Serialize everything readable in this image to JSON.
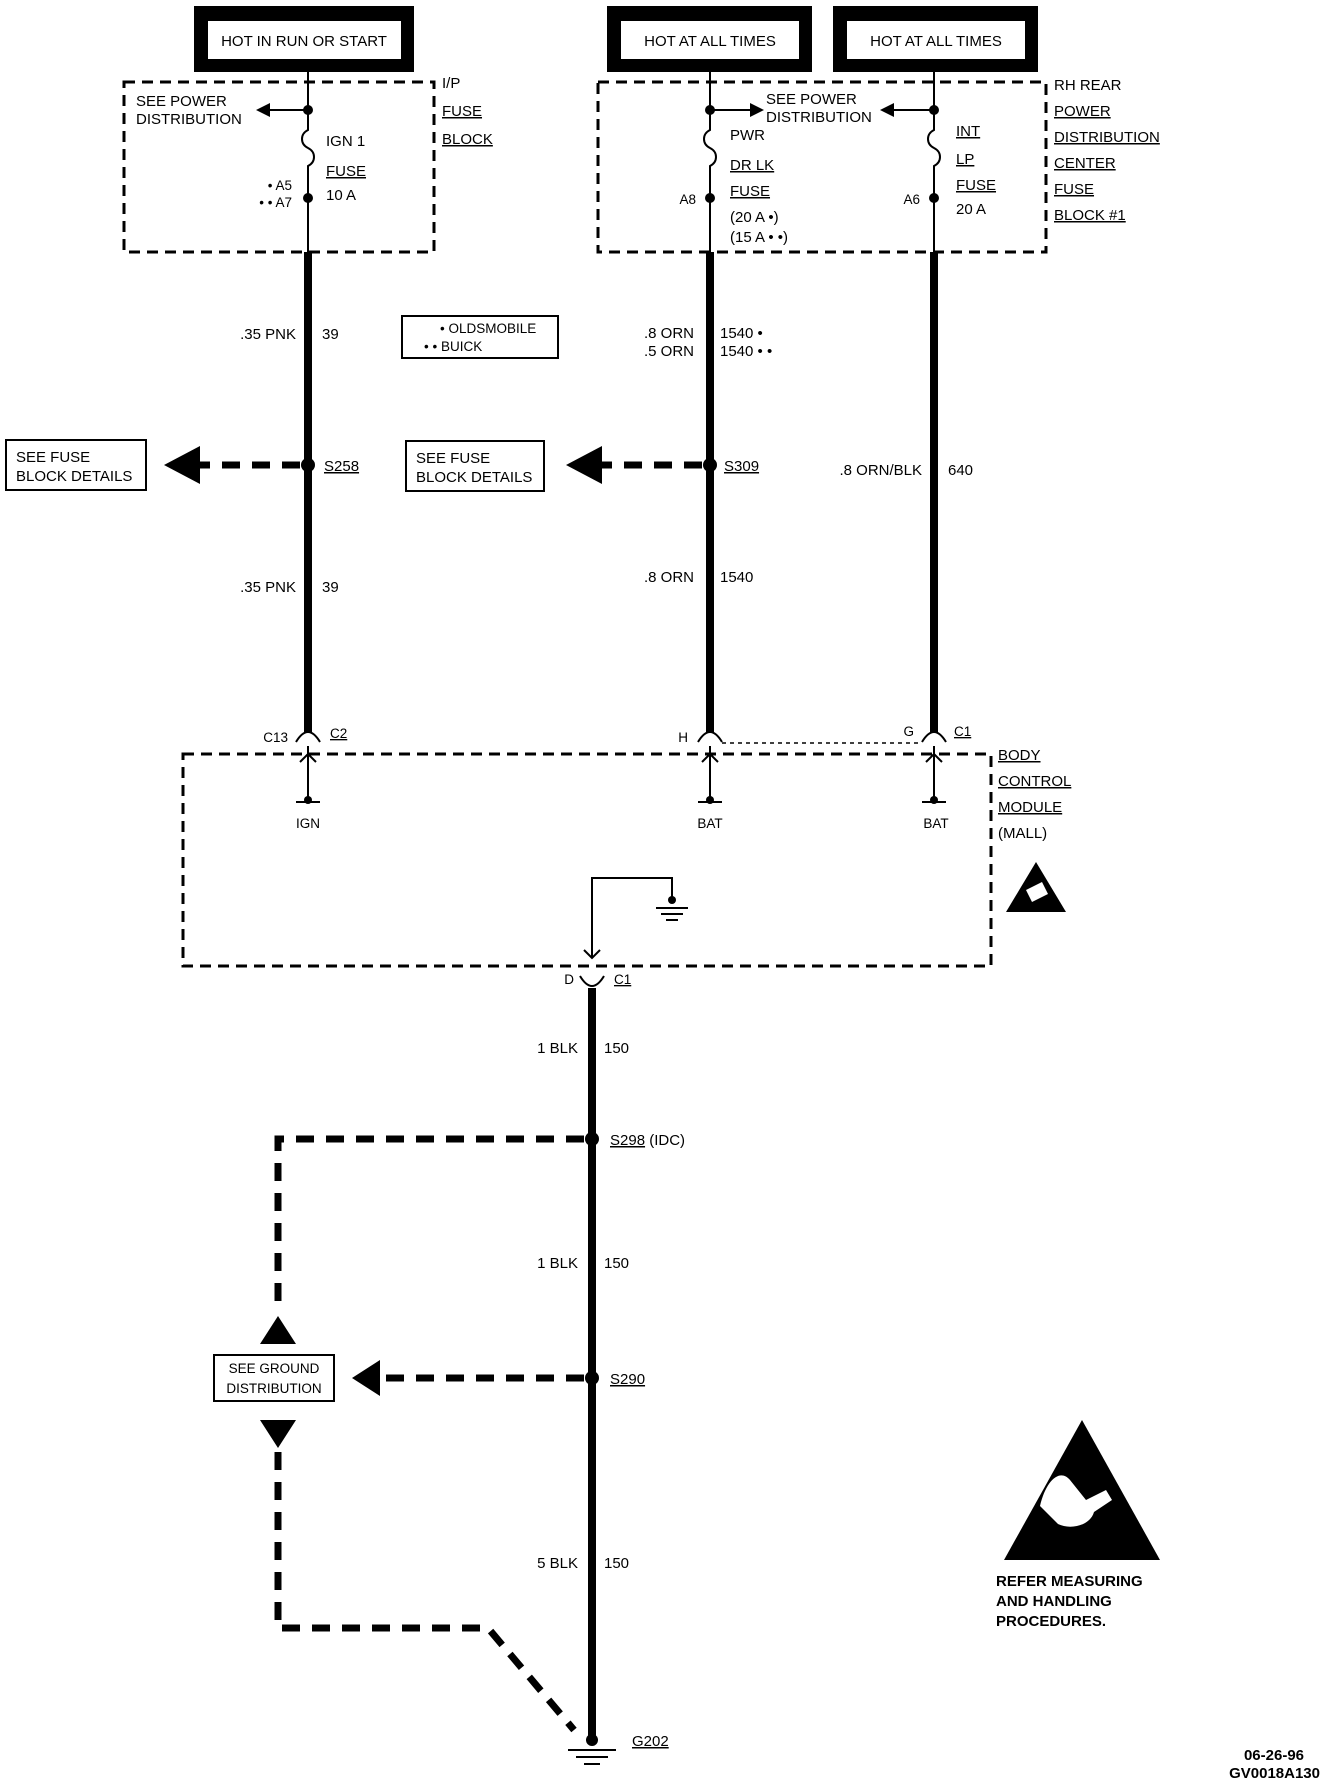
{
  "headers": {
    "ign": "HOT IN RUN OR START",
    "pwr": "HOT AT ALL TIMES",
    "int": "HOT AT ALL TIMES"
  },
  "ip_fuse_block": {
    "see_power_line1": "SEE POWER",
    "see_power_line2": "DISTRIBUTION",
    "label_line1": "I/P",
    "label_line2": "FUSE",
    "label_line3": "BLOCK",
    "fuse_line1": "IGN 1",
    "fuse_line2": "FUSE",
    "fuse_line3": "10 A",
    "pin_a5": "• A5",
    "pin_a7": "• • A7"
  },
  "rear_fuse_block": {
    "see_power_line1": "SEE POWER",
    "see_power_line2": "DISTRIBUTION",
    "label_line1": "RH REAR",
    "label_line2": "POWER",
    "label_line3": "DISTRIBUTION",
    "label_line4": "CENTER",
    "label_line5": "FUSE",
    "label_line6": "BLOCK #1",
    "pwr_fuse_line1": "PWR",
    "pwr_fuse_line2": "DR LK",
    "pwr_fuse_line3": "FUSE",
    "pwr_fuse_line4": "(20 A •)",
    "pwr_fuse_line5": "(15 A • •)",
    "pin_a8": "A8",
    "int_fuse_line1": "INT",
    "int_fuse_line2": "LP",
    "int_fuse_line3": "FUSE",
    "int_fuse_line4": "20 A",
    "pin_a6": "A6"
  },
  "legend": {
    "line1": "• OLDSMOBILE",
    "line2": "• • BUICK"
  },
  "wires": {
    "w39_upper_color": ".35 PNK",
    "w39_upper_num": "39",
    "w39_lower_color": ".35 PNK",
    "w39_lower_num": "39",
    "w1540_a_color": ".8 ORN",
    "w1540_a_num": "1540 •",
    "w1540_b_color": ".5 ORN",
    "w1540_b_num": "1540 • •",
    "w1540_lower_color": ".8 ORN",
    "w1540_lower_num": "1540",
    "w640_color": ".8 ORN/BLK",
    "w640_num": "640",
    "w150_a_color": "1 BLK",
    "w150_a_num": "150",
    "w150_b_color": "1 BLK",
    "w150_b_num": "150",
    "w150_c_color": "5 BLK",
    "w150_c_num": "150"
  },
  "splices": {
    "s258": "S258",
    "s309": "S309",
    "s298": "S298",
    "s298_note": "(IDC)",
    "s290": "S290",
    "g202": "G202"
  },
  "references": {
    "fuse_details_left_line1": "SEE FUSE",
    "fuse_details_left_line2": "BLOCK DETAILS",
    "fuse_details_mid_line1": "SEE FUSE",
    "fuse_details_mid_line2": "BLOCK DETAILS",
    "ground_line1": "SEE GROUND",
    "ground_line2": "DISTRIBUTION"
  },
  "connectors": {
    "c13": "C13",
    "c2": "C2",
    "h": "H",
    "g": "G",
    "c1_top": "C1",
    "d": "D",
    "c1_bottom": "C1"
  },
  "bcm": {
    "label_line1": "BODY",
    "label_line2": "CONTROL",
    "label_line3": "MODULE",
    "label_line4": "(MALL)",
    "ign": "IGN",
    "bat1": "BAT",
    "bat2": "BAT"
  },
  "esd_note": {
    "line1": "REFER MEASURING",
    "line2": "AND HANDLING",
    "line3": "PROCEDURES."
  },
  "footer": {
    "date": "06-26-96",
    "code": "GV0018A130"
  }
}
